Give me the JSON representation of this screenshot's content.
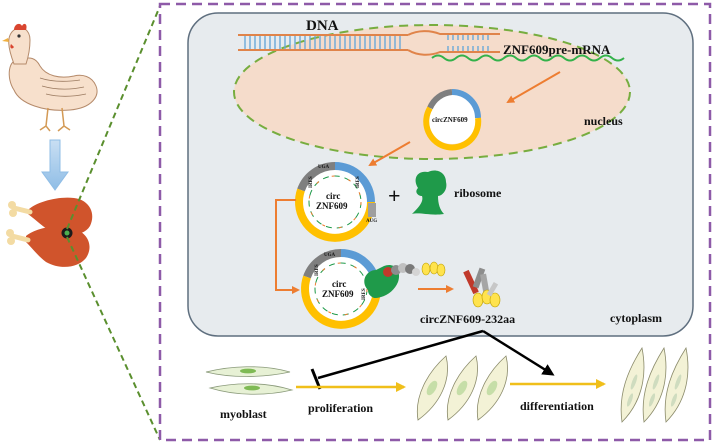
{
  "labels": {
    "dna": "DNA",
    "pre_mrna": "ZNF609pre-mRNA",
    "nucleus": "nucleus",
    "circ_in_nucleus": "circZNF609",
    "circ_line1": "circ",
    "circ_line2": "ZNF609",
    "plus": "+",
    "ribosome": "ribosome",
    "peptide": "circZNF609-232aa",
    "cytoplasm": "cytoplasm",
    "myoblast": "myoblast",
    "proliferation": "proliferation",
    "differentiation": "differentiation",
    "ires": "IRES",
    "aug": "AUG",
    "uga": "UGA"
  },
  "colors": {
    "frame_dashed": "#8e5aa8",
    "dashed_link": "#5a8f2e",
    "cell_fill": "#e7ebee",
    "cell_stroke": "#5f6f7f",
    "nucleus_fill": "#f5dccb",
    "nucleus_stroke": "#77ad3f",
    "dna_orange": "#e0844a",
    "dna_blue": "#6aa9d8",
    "mrna_green": "#33b24a",
    "circ_blue": "#5b9bd5",
    "circ_yellow": "#ffc000",
    "circ_grey": "#7f7f7f",
    "arrow_orange": "#ed7d31",
    "ribosome_green": "#1f9a4a",
    "outcome_arrow": "#f0bf1a",
    "inhibit_black": "#000000"
  },
  "icons": [
    "chicken-icon",
    "chicken-leg-icon",
    "ribosome-icon",
    "myoblast-cell-icon",
    "peptide-icon"
  ]
}
